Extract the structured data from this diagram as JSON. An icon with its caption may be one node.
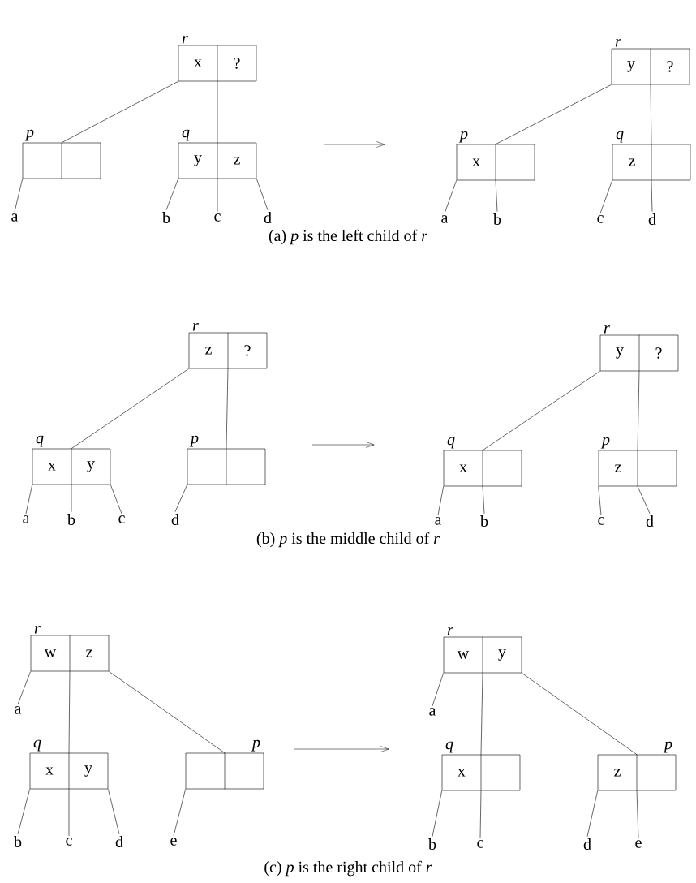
{
  "diagram": {
    "nodes": [
      {
        "text": [
          "x",
          "?"
        ],
        "beside": [
          "r"
        ]
      },
      {
        "text": [],
        "shape": "box",
        "beside": [
          "p"
        ]
      },
      {
        "text": [
          "y",
          "z"
        ],
        "beside": [
          "q"
        ]
      },
      {
        "text": [
          "a"
        ]
      },
      {
        "text": [
          "b"
        ]
      },
      {
        "text": [
          "c"
        ]
      },
      {
        "text": [
          "d"
        ]
      },
      {
        "text": [
          "y",
          "?"
        ],
        "beside": [
          "r"
        ]
      },
      {
        "text": [
          "x"
        ],
        "beside": [
          "p"
        ]
      },
      {
        "text": [
          "z"
        ],
        "beside": [
          "q"
        ]
      },
      {
        "text": [
          "a"
        ]
      },
      {
        "text": [
          "b"
        ]
      },
      {
        "text": [
          "c"
        ]
      },
      {
        "text": [
          "d"
        ]
      },
      {
        "text": [
          "z",
          "?"
        ],
        "beside": [
          "r"
        ]
      },
      {
        "text": [
          "x",
          "y"
        ],
        "beside": [
          "q"
        ]
      },
      {
        "text": [],
        "shape": "box",
        "beside": [
          "p"
        ]
      },
      {
        "text": [
          "a"
        ]
      },
      {
        "text": [
          "b"
        ]
      },
      {
        "text": [
          "c"
        ]
      },
      {
        "text": [
          "d"
        ]
      },
      {
        "text": [
          "y",
          "?"
        ],
        "beside": [
          "r"
        ]
      },
      {
        "text": [
          "x"
        ],
        "beside": [
          "q"
        ]
      },
      {
        "text": [
          "z"
        ],
        "beside": [
          "p"
        ]
      },
      {
        "text": [
          "a"
        ]
      },
      {
        "text": [
          "b"
        ]
      },
      {
        "text": [
          "c"
        ]
      },
      {
        "text": [
          "d"
        ]
      },
      {
        "text": [
          "w",
          "z"
        ],
        "beside": [
          "r"
        ]
      },
      {
        "text": [
          "a"
        ]
      },
      {
        "text": [
          "x",
          "y"
        ],
        "beside": [
          "q"
        ]
      },
      {
        "text": [],
        "shape": "box",
        "beside": [
          "p"
        ]
      },
      {
        "text": [
          "b"
        ]
      },
      {
        "text": [
          "c"
        ]
      },
      {
        "text": [
          "d"
        ]
      },
      {
        "text": [
          "e"
        ]
      },
      {
        "text": [
          "w",
          "y"
        ],
        "beside": [
          "r"
        ]
      },
      {
        "text": [
          "a"
        ]
      },
      {
        "text": [
          "x"
        ],
        "beside": [
          "q"
        ]
      },
      {
        "text": [
          "z"
        ],
        "beside": [
          "p"
        ]
      },
      {
        "text": [
          "b"
        ]
      },
      {
        "text": [
          "c"
        ]
      },
      {
        "text": [
          "d"
        ]
      },
      {
        "text": [
          "e"
        ]
      }
    ],
    "edges": [
      {
        "from": 0,
        "to": 1,
        "arrow": "none"
      },
      {
        "from": 0,
        "to": 2,
        "arrow": "none"
      },
      {
        "from": 1,
        "to": 3,
        "arrow": "none"
      },
      {
        "from": 2,
        "to": 4,
        "arrow": "none"
      },
      {
        "from": 2,
        "to": 5,
        "arrow": "none"
      },
      {
        "from": 2,
        "to": 6,
        "arrow": "none"
      },
      {
        "from": 7,
        "to": 8,
        "arrow": "none"
      },
      {
        "from": 7,
        "to": 9,
        "arrow": "none"
      },
      {
        "from": 8,
        "to": 10,
        "arrow": "none"
      },
      {
        "from": 8,
        "to": 11,
        "arrow": "none"
      },
      {
        "from": 9,
        "to": 12,
        "arrow": "none"
      },
      {
        "from": 9,
        "to": 13,
        "arrow": "none"
      },
      {
        "from": 14,
        "to": 15,
        "arrow": "none"
      },
      {
        "from": 14,
        "to": 16,
        "arrow": "none"
      },
      {
        "from": 15,
        "to": 17,
        "arrow": "none"
      },
      {
        "from": 15,
        "to": 18,
        "arrow": "none"
      },
      {
        "from": 15,
        "to": 19,
        "arrow": "none"
      },
      {
        "from": 16,
        "to": 20,
        "arrow": "none"
      },
      {
        "from": 21,
        "to": 22,
        "arrow": "none"
      },
      {
        "from": 21,
        "to": 23,
        "arrow": "none"
      },
      {
        "from": 22,
        "to": 24,
        "arrow": "none"
      },
      {
        "from": 22,
        "to": 25,
        "arrow": "none"
      },
      {
        "from": 23,
        "to": 26,
        "arrow": "none"
      },
      {
        "from": 23,
        "to": 27,
        "arrow": "none"
      },
      {
        "from": 28,
        "to": 29,
        "arrow": "none"
      },
      {
        "from": 28,
        "to": 30,
        "arrow": "none"
      },
      {
        "from": 28,
        "to": 31,
        "arrow": "none"
      },
      {
        "from": 30,
        "to": 32,
        "arrow": "none"
      },
      {
        "from": 30,
        "to": 33,
        "arrow": "none"
      },
      {
        "from": 30,
        "to": 34,
        "arrow": "none"
      },
      {
        "from": 31,
        "to": 35,
        "arrow": "none"
      },
      {
        "from": 36,
        "to": 37,
        "arrow": "none"
      },
      {
        "from": 36,
        "to": 38,
        "arrow": "none"
      },
      {
        "from": 36,
        "to": 39,
        "arrow": "none"
      },
      {
        "from": 38,
        "to": 40,
        "arrow": "none"
      },
      {
        "from": 38,
        "to": 41,
        "arrow": "none"
      },
      {
        "from": 39,
        "to": 42,
        "arrow": "none"
      },
      {
        "from": 39,
        "to": 43,
        "arrow": "none"
      }
    ],
    "labels": [
      "(a) *p* is the left child of *r*",
      "(b) *p* is the middle child of *r*",
      "(c) *p* is the right child of *r*"
    ]
  }
}
